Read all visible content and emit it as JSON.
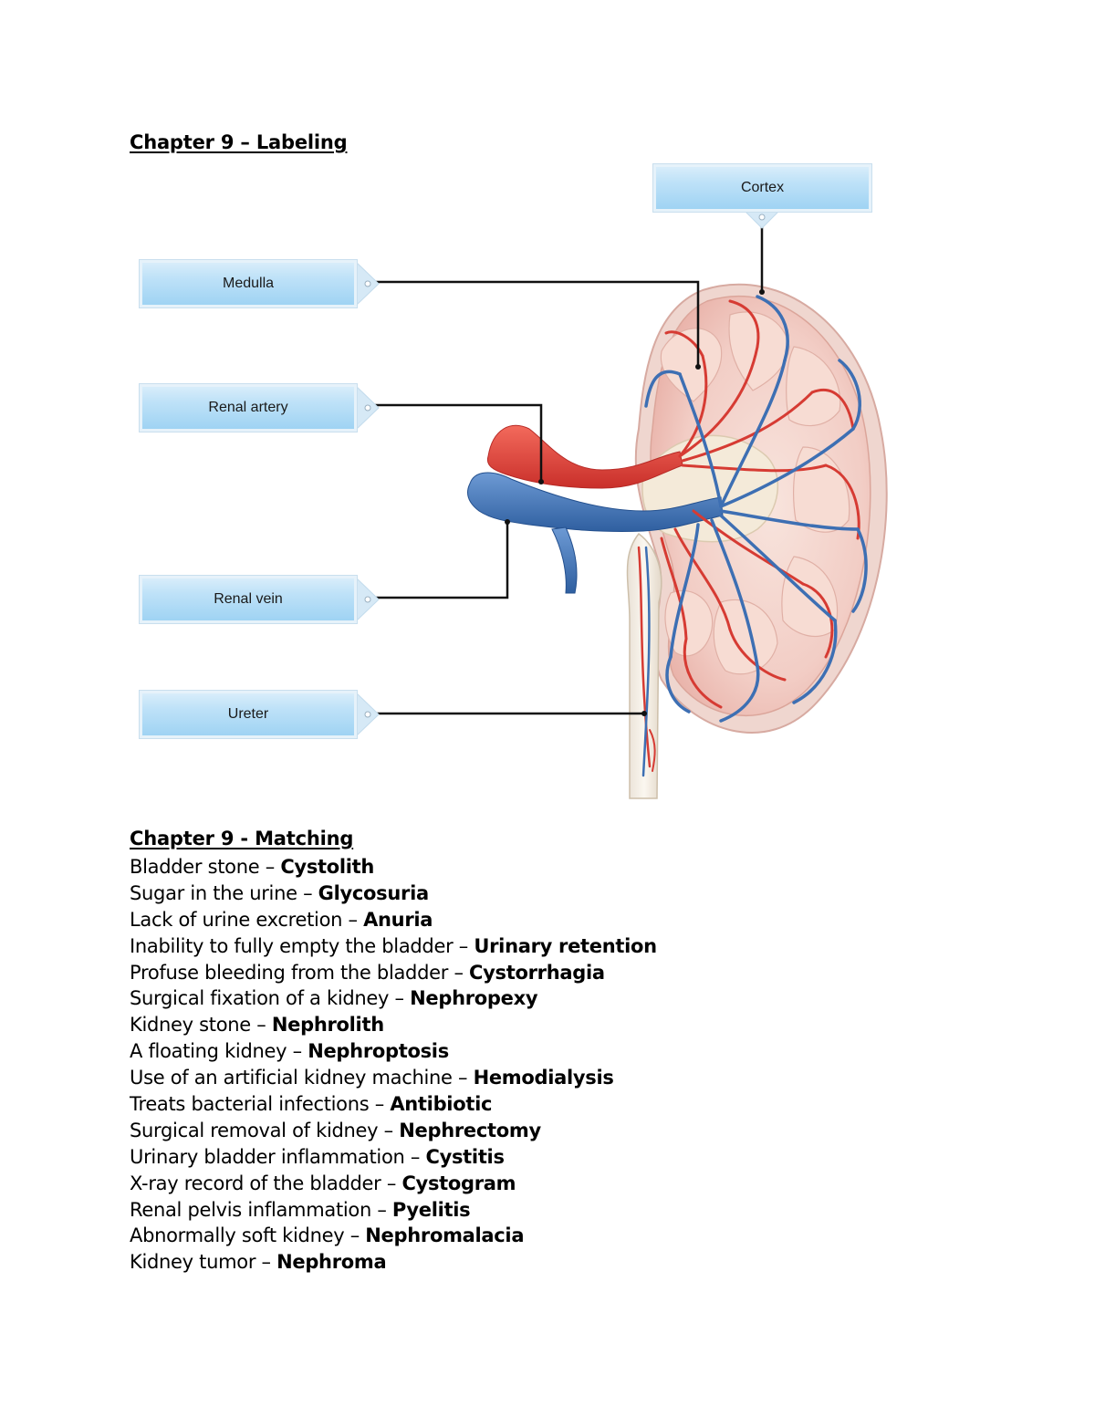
{
  "labeling": {
    "heading": "Chapter 9 – Labeling",
    "labels": {
      "cortex": "Cortex",
      "medulla": "Medulla",
      "renal_artery": "Renal artery",
      "renal_vein": "Renal vein",
      "ureter": "Ureter"
    }
  },
  "matching": {
    "heading": "Chapter 9 - Matching",
    "separator": " – ",
    "items": [
      {
        "prompt": "Bladder stone",
        "answer": "Cystolith"
      },
      {
        "prompt": "Sugar in the urine",
        "answer": "Glycosuria"
      },
      {
        "prompt": "Lack of urine excretion",
        "answer": "Anuria"
      },
      {
        "prompt": "Inability to fully empty the bladder",
        "answer": "Urinary retention"
      },
      {
        "prompt": "Profuse bleeding from the bladder",
        "answer": "Cystorrhagia"
      },
      {
        "prompt": "Surgical fixation of a kidney",
        "answer": "Nephropexy"
      },
      {
        "prompt": "Kidney stone",
        "answer": "Nephrolith"
      },
      {
        "prompt": "A floating kidney",
        "answer": "Nephroptosis"
      },
      {
        "prompt": "Use of an artificial kidney machine",
        "answer": "Hemodialysis"
      },
      {
        "prompt": "Treats bacterial infections",
        "answer": "Antibiotic"
      },
      {
        "prompt": "Surgical removal of kidney",
        "answer": "Nephrectomy"
      },
      {
        "prompt": "Urinary bladder inflammation",
        "answer": "Cystitis"
      },
      {
        "prompt": "X-ray record of the bladder",
        "answer": "Cystogram"
      },
      {
        "prompt": "Renal pelvis inflammation",
        "answer": "Pyelitis"
      },
      {
        "prompt": "Abnormally soft kidney",
        "answer": "Nephromalacia"
      },
      {
        "prompt": "Kidney tumor",
        "answer": "Nephroma"
      }
    ]
  },
  "colors": {
    "artery": "#e0443a",
    "vein": "#3f74b8",
    "kidney_tissue": "#f3cfc8",
    "label_fill": "#a9d8f5"
  }
}
